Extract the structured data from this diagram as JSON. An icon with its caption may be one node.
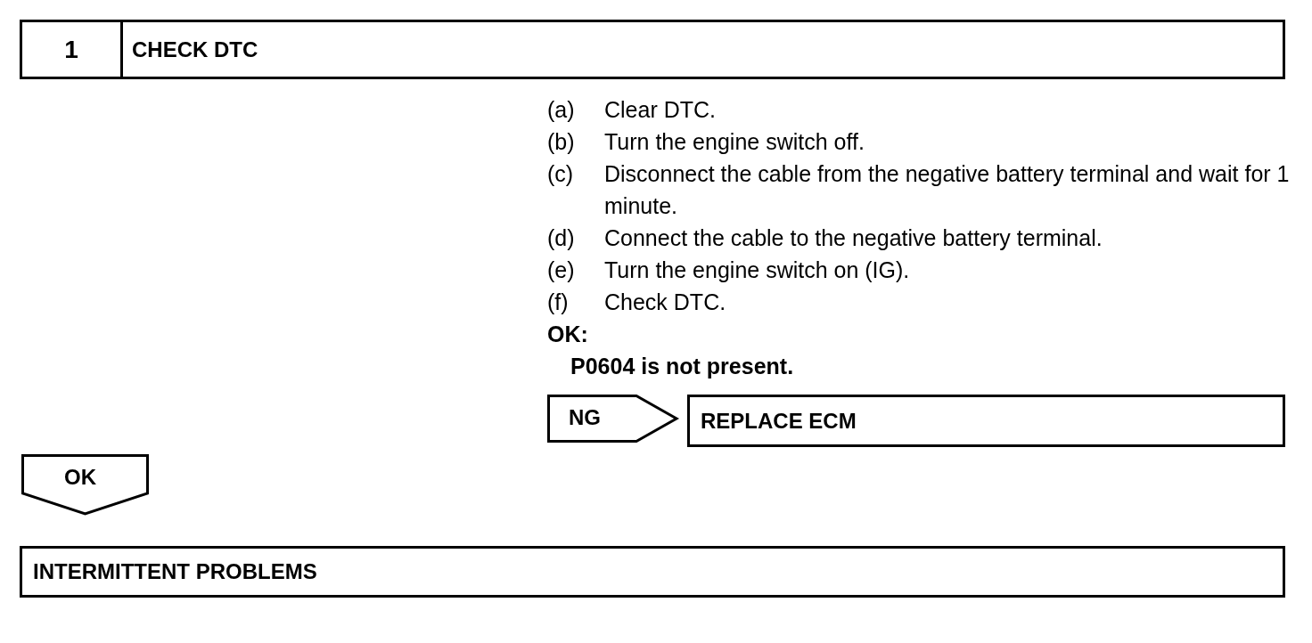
{
  "diagram": {
    "nodes": [
      {
        "text": [
          "1",
          "CHECK DTC"
        ]
      },
      {
        "text": [
          "NG"
        ]
      },
      {
        "text": [
          "REPLACE ECM"
        ]
      },
      {
        "text": [
          "OK"
        ]
      },
      {
        "text": [
          "INTERMITTENT PROBLEMS"
        ]
      }
    ],
    "labels": [
      "(a)",
      "Clear DTC.",
      "(b)",
      "Turn the engine switch off.",
      "(c)",
      "Disconnect the cable from the negative battery terminal and wait for 1 minute.",
      "(d)",
      "Connect the cable to the negative battery terminal.",
      "(e)",
      "Turn the engine switch on (IG).",
      "(f)",
      "Check DTC.",
      "OK:",
      "P0604 is not present."
    ]
  }
}
